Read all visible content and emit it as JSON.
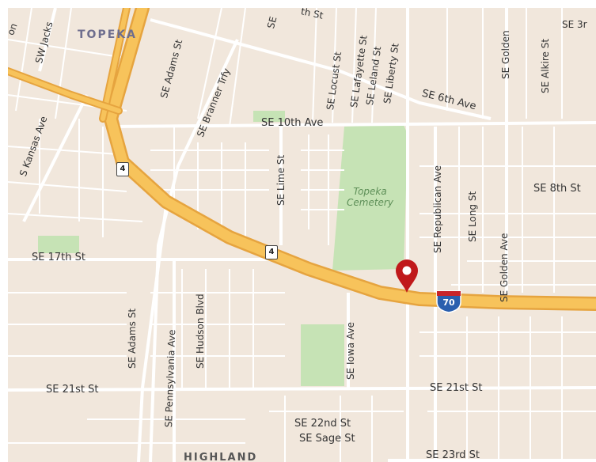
{
  "map": {
    "colors": {
      "background": "#f1e7dc",
      "minor_road": "#ffffff",
      "highway_fill": "#f7c35b",
      "highway_edge": "#e6a43f",
      "park": "#c6e3b5",
      "marker": "#c0191b"
    },
    "place_labels": {
      "topeka": "TOPEKA",
      "highland": "HIGHLAND",
      "cemetery": "Topeka\nCemetery"
    },
    "street_labels": {
      "sw_jackson": "SW Jacks",
      "s_kansas_ave": "S Kansas Ave",
      "se_adams_north": "SE Adams St",
      "se_branner_trfy": "SE Branner Trfy",
      "se_top_cut": "SE",
      "th_st": "th St",
      "se_locust": "SE Locust St",
      "se_lafayette": "SE Lafayette St",
      "se_leland": "SE Leland St",
      "se_liberty": "SE Liberty St",
      "se_golden_north": "SE Golden",
      "se_alkire": "SE Alkire St",
      "se_3r": "SE 3r",
      "se_6th_ave": "SE 6th Ave",
      "se_10th_ave": "SE 10th Ave",
      "se_lime_st": "SE Lime St",
      "se_republican": "SE Republican Ave",
      "se_long_st": "SE Long St",
      "se_8th_st": "SE 8th St",
      "se_golden_ave": "SE Golden Ave",
      "se_17th_st": "SE 17th St",
      "se_adams_south": "SE Adams St",
      "se_pennsylvania": "SE Pennsylvania Ave",
      "se_hudson_blvd": "SE Hudson Blvd",
      "se_iowa_ave": "SE Iowa Ave",
      "se_21st_west": "SE 21st St",
      "se_21st_east": "SE 21st St",
      "se_22nd_st": "SE 22nd St",
      "se_sage_st": "SE Sage St",
      "se_23rd_st": "SE 23rd St",
      "on_edge": "on"
    },
    "shields": {
      "us4_top": "4",
      "us4_mid": "4",
      "i70": "70"
    },
    "marker_icon": "map-pin-icon"
  }
}
